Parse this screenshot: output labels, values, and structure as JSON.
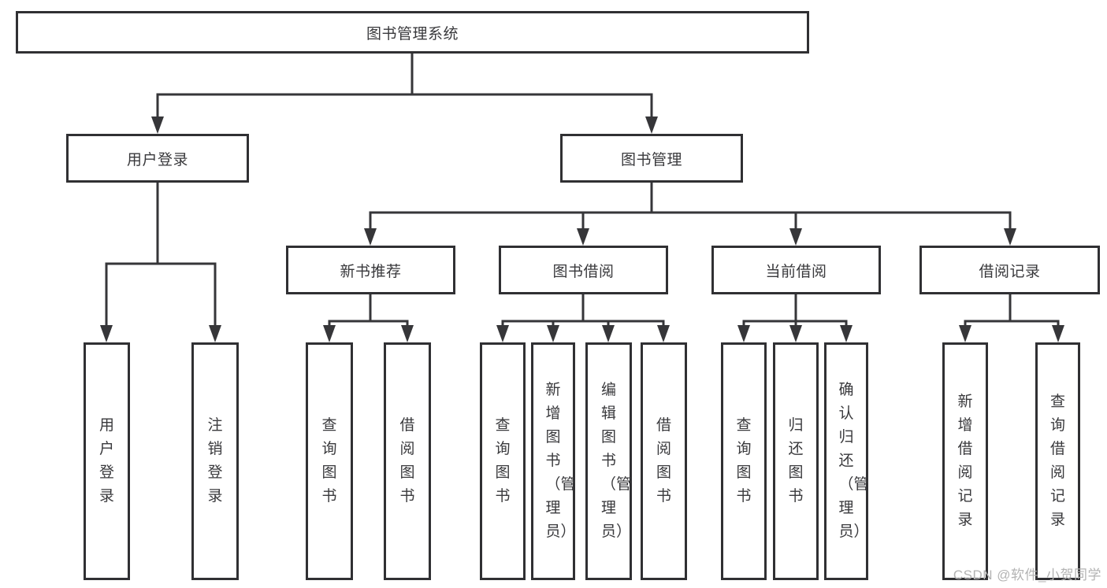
{
  "tree": {
    "root": {
      "label": "图书管理系统"
    },
    "branches": [
      {
        "label": "用户登录",
        "children": [
          {
            "label": "用户登录"
          },
          {
            "label": "注销登录"
          }
        ]
      },
      {
        "label": "图书管理",
        "children": [
          {
            "label": "新书推荐",
            "children": [
              {
                "label": "查询图书"
              },
              {
                "label": "借阅图书"
              }
            ]
          },
          {
            "label": "图书借阅",
            "children": [
              {
                "label": "查询图书"
              },
              {
                "label": "新增图书（管理员）"
              },
              {
                "label": "编辑图书（管理员）"
              },
              {
                "label": "借阅图书"
              }
            ]
          },
          {
            "label": "当前借阅",
            "children": [
              {
                "label": "查询图书"
              },
              {
                "label": "归还图书"
              },
              {
                "label": "确认归还（管理员）"
              }
            ]
          },
          {
            "label": "借阅记录",
            "children": [
              {
                "label": "新增借阅记录"
              },
              {
                "label": "查询借阅记录"
              }
            ]
          }
        ]
      }
    ]
  },
  "watermark": "CSDN @软件_小贺同学",
  "colors": {
    "line": "#363639",
    "box_border": "#303033",
    "box_fill": "#ffffff",
    "text": "#39393c",
    "watermark": "#b3b3b3"
  }
}
